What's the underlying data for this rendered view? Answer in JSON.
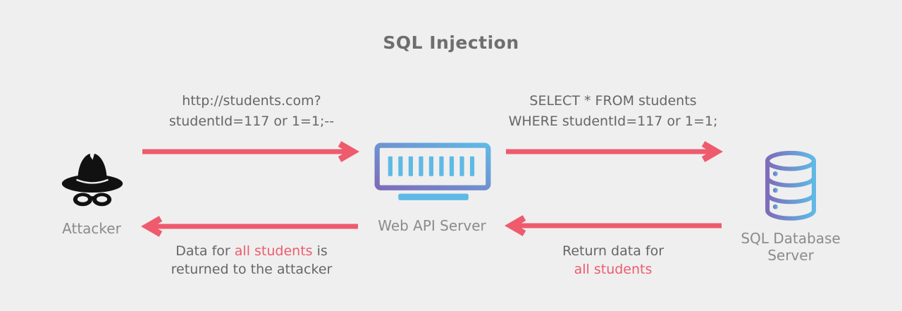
{
  "title": "SQL Injection",
  "colors": {
    "background": "#efefef",
    "title_text": "#6e6e6e",
    "message_text": "#666666",
    "entity_label": "#8b8b8b",
    "arrow": "#ee5b6d",
    "highlight": "#ee5b6d",
    "icon_black": "#111111",
    "gradient_purple": "#7d6cba",
    "gradient_blue": "#5fb9e6"
  },
  "nodes": {
    "attacker": {
      "label": "Attacker",
      "icon": "spy-icon"
    },
    "web_api": {
      "label": "Web API Server",
      "icon": "server-icon"
    },
    "database": {
      "label_line1": "SQL Database",
      "label_line2": "Server",
      "icon": "database-icon"
    }
  },
  "messages": {
    "request": {
      "line1": "http://students.com?",
      "line2": "studentId=117 or 1=1;--"
    },
    "query": {
      "line1": "SELECT * FROM students",
      "line2": "WHERE studentId=117 or 1=1;"
    },
    "response_to_attacker": {
      "part1": "Data for ",
      "highlight": "all students",
      "part2": " is",
      "line2": "returned to the attacker"
    },
    "response_from_db": {
      "line1": "Return data for",
      "highlight": "all students"
    }
  }
}
